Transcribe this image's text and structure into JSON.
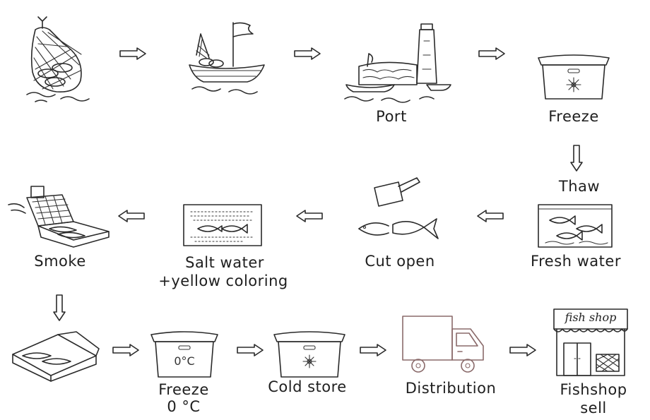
{
  "steps": {
    "catch": {
      "label": ""
    },
    "boat": {
      "label": ""
    },
    "port": {
      "label": "Port"
    },
    "freeze1": {
      "label": "Freeze"
    },
    "thaw": {
      "label": "Thaw"
    },
    "fresh_water": {
      "label": "Fresh water"
    },
    "cut_open": {
      "label": "Cut open"
    },
    "salt_water": {
      "label": "Salt water",
      "label2": "+yellow coloring"
    },
    "smoke": {
      "label": "Smoke"
    },
    "pack": {
      "label": ""
    },
    "freeze2": {
      "label": "Freeze",
      "label2": "0 °C",
      "box_text": "0°C"
    },
    "cold_store": {
      "label": "Cold store"
    },
    "distribution": {
      "label": "Distribution"
    },
    "fishshop": {
      "label": "Fishshop",
      "label2": "sell",
      "sign_text": "fish shop"
    }
  },
  "arrow_glyphs": {
    "right": "⇒",
    "left": "⇐",
    "down": "⇓"
  }
}
